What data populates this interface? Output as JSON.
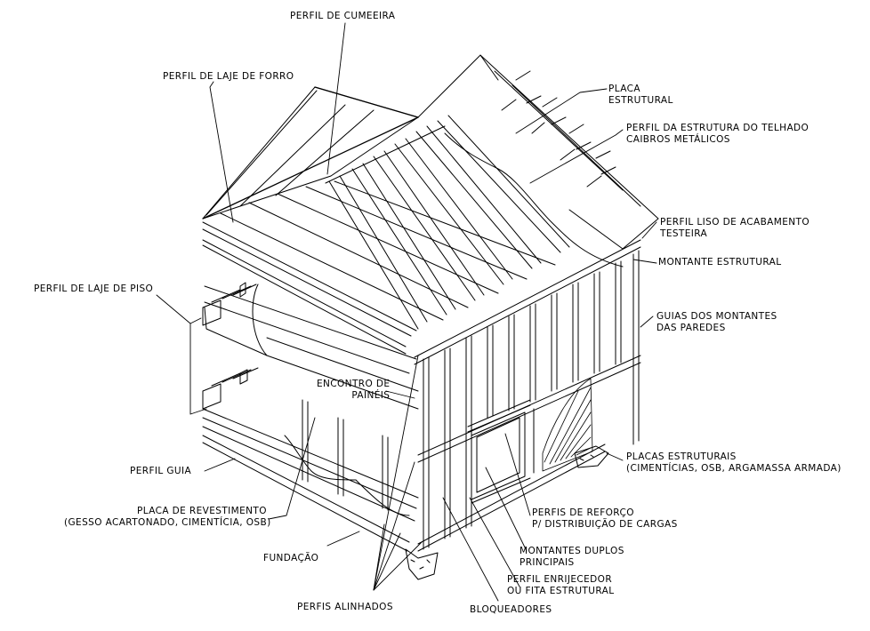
{
  "colors": {
    "line": "#000000",
    "background": "#ffffff"
  },
  "labels": {
    "ridge": {
      "lines": [
        "PERFIL DE CUMEEIRA"
      ]
    },
    "ceiling_joist": {
      "lines": [
        "PERFIL DE LAJE DE FORRO"
      ]
    },
    "struct_panel": {
      "lines": [
        "PLACA",
        "ESTRUTURAL"
      ]
    },
    "roof_struct": {
      "lines": [
        "PERFIL DA ESTRUTURA DO TELHADO",
        "CAIBROS METÁLICOS"
      ]
    },
    "fascia": {
      "lines": [
        "PERFIL LISO DE ACABAMENTO",
        "TESTEIRA"
      ]
    },
    "stud": {
      "lines": [
        "MONTANTE ESTRUTURAL"
      ]
    },
    "floor_joist": {
      "lines": [
        "PERFIL DE LAJE DE PISO"
      ]
    },
    "tracks": {
      "lines": [
        "GUIAS DOS MONTANTES",
        "DAS PAREDES"
      ]
    },
    "panel_joint": {
      "lines": [
        "ENCONTRO DE",
        "PAINÉIS"
      ]
    },
    "sheathing": {
      "lines": [
        "PLACAS ESTRUTURAIS",
        "(CIMENTÍCIAS, OSB, ARGAMASSA ARMADA)"
      ]
    },
    "track": {
      "lines": [
        "PERFIL GUIA"
      ]
    },
    "lining": {
      "lines": [
        "PLACA DE REVESTIMENTO",
        "(GESSO ACARTONADO, CIMENTÍCIA, OSB)"
      ]
    },
    "headers": {
      "lines": [
        "PERFIS DE REFORÇO",
        "P/ DISTRIBUIÇÃO DE CARGAS"
      ]
    },
    "double_studs": {
      "lines": [
        "MONTANTES DUPLOS",
        "PRINCIPAIS"
      ]
    },
    "foundation": {
      "lines": [
        "FUNDAÇÃO"
      ]
    },
    "stiffener": {
      "lines": [
        "PERFIL ENRIJECEDOR",
        "OU FITA ESTRUTURAL"
      ]
    },
    "aligned": {
      "lines": [
        "PERFIS ALINHADOS"
      ]
    },
    "blocking": {
      "lines": [
        "BLOQUEADORES"
      ]
    }
  }
}
